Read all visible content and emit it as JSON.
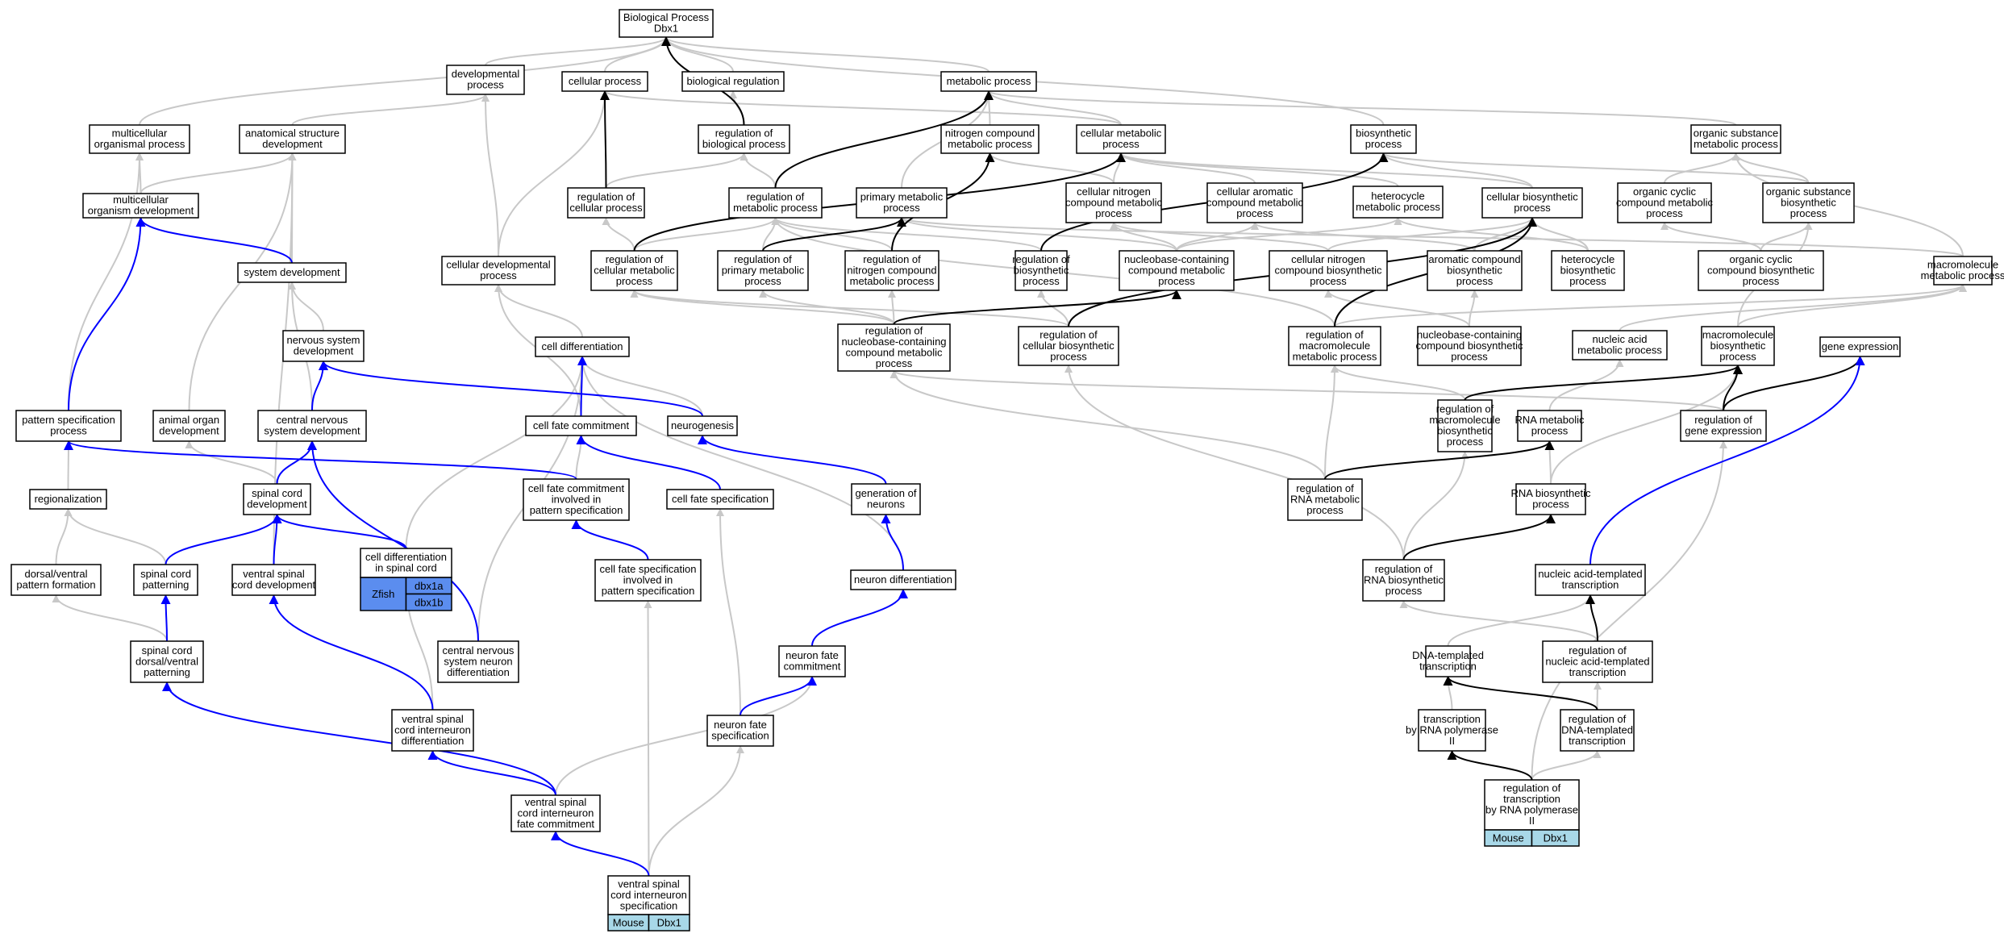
{
  "diagram": {
    "nodes": [
      {
        "id": "bp",
        "lines": [
          "Biological Process",
          "Dbx1"
        ]
      },
      {
        "id": "dev",
        "lines": [
          "developmental",
          "process"
        ]
      },
      {
        "id": "cp",
        "lines": [
          "cellular process"
        ]
      },
      {
        "id": "breg",
        "lines": [
          "biological regulation"
        ]
      },
      {
        "id": "mp",
        "lines": [
          "metabolic process"
        ]
      },
      {
        "id": "mop",
        "lines": [
          "multicellular",
          "organismal process"
        ]
      },
      {
        "id": "asd",
        "lines": [
          "anatomical structure",
          "development"
        ]
      },
      {
        "id": "rbp",
        "lines": [
          "regulation of",
          "biological process"
        ]
      },
      {
        "id": "ncmp",
        "lines": [
          "nitrogen compound",
          "metabolic process"
        ]
      },
      {
        "id": "cmp",
        "lines": [
          "cellular metabolic",
          "process"
        ]
      },
      {
        "id": "bsp",
        "lines": [
          "biosynthetic",
          "process"
        ]
      },
      {
        "id": "osmp",
        "lines": [
          "organic substance",
          "metabolic process"
        ]
      },
      {
        "id": "mod",
        "lines": [
          "multicellular",
          "organism development"
        ]
      },
      {
        "id": "rcp",
        "lines": [
          "regulation of",
          "cellular process"
        ]
      },
      {
        "id": "rmp",
        "lines": [
          "regulation of",
          "metabolic process"
        ]
      },
      {
        "id": "pmp",
        "lines": [
          "primary metabolic",
          "process"
        ]
      },
      {
        "id": "cncmp",
        "lines": [
          "cellular nitrogen",
          "compound metabolic",
          "process"
        ]
      },
      {
        "id": "cacmp",
        "lines": [
          "cellular aromatic",
          "compound metabolic",
          "process"
        ]
      },
      {
        "id": "hmp",
        "lines": [
          "heterocycle",
          "metabolic process"
        ]
      },
      {
        "id": "cbp",
        "lines": [
          "cellular biosynthetic",
          "process"
        ]
      },
      {
        "id": "occmp",
        "lines": [
          "organic cyclic",
          "compound metabolic",
          "process"
        ]
      },
      {
        "id": "osbp",
        "lines": [
          "organic substance",
          "biosynthetic",
          "process"
        ]
      },
      {
        "id": "sd",
        "lines": [
          "system development"
        ]
      },
      {
        "id": "cdp",
        "lines": [
          "cellular developmental",
          "process"
        ]
      },
      {
        "id": "rcmp",
        "lines": [
          "regulation of",
          "cellular metabolic",
          "process"
        ]
      },
      {
        "id": "rpmp",
        "lines": [
          "regulation of",
          "primary metabolic",
          "process"
        ]
      },
      {
        "id": "rncmp",
        "lines": [
          "regulation of",
          "nitrogen compound",
          "metabolic process"
        ]
      },
      {
        "id": "rbsp",
        "lines": [
          "regulation of",
          "biosynthetic",
          "process"
        ]
      },
      {
        "id": "nbccmp",
        "lines": [
          "nucleobase-containing",
          "compound metabolic",
          "process"
        ]
      },
      {
        "id": "cncbp",
        "lines": [
          "cellular nitrogen",
          "compound biosynthetic",
          "process"
        ]
      },
      {
        "id": "acbp",
        "lines": [
          "aromatic compound",
          "biosynthetic",
          "process"
        ]
      },
      {
        "id": "hbp",
        "lines": [
          "heterocycle",
          "biosynthetic",
          "process"
        ]
      },
      {
        "id": "occbp",
        "lines": [
          "organic cyclic",
          "compound biosynthetic",
          "process"
        ]
      },
      {
        "id": "mmp",
        "lines": [
          "macromolecule",
          "metabolic process"
        ]
      },
      {
        "id": "nsd",
        "lines": [
          "nervous system",
          "development"
        ]
      },
      {
        "id": "cd",
        "lines": [
          "cell differentiation"
        ]
      },
      {
        "id": "rnbccmp",
        "lines": [
          "regulation of",
          "nucleobase-containing",
          "compound metabolic",
          "process"
        ]
      },
      {
        "id": "rcbp",
        "lines": [
          "regulation of",
          "cellular biosynthetic",
          "process"
        ]
      },
      {
        "id": "rmmp",
        "lines": [
          "regulation of",
          "macromolecule",
          "metabolic process"
        ]
      },
      {
        "id": "nbccbp",
        "lines": [
          "nucleobase-containing",
          "compound biosynthetic",
          "process"
        ]
      },
      {
        "id": "namp",
        "lines": [
          "nucleic acid",
          "metabolic process"
        ]
      },
      {
        "id": "mbp",
        "lines": [
          "macromolecule",
          "biosynthetic",
          "process"
        ]
      },
      {
        "id": "ge",
        "lines": [
          "gene expression"
        ]
      },
      {
        "id": "psp",
        "lines": [
          "pattern specification",
          "process"
        ]
      },
      {
        "id": "aod",
        "lines": [
          "animal organ",
          "development"
        ]
      },
      {
        "id": "cnsd",
        "lines": [
          "central nervous",
          "system development"
        ]
      },
      {
        "id": "cfc",
        "lines": [
          "cell fate commitment"
        ]
      },
      {
        "id": "neurog",
        "lines": [
          "neurogenesis"
        ]
      },
      {
        "id": "rmbp",
        "lines": [
          "regulation of",
          "macromolecule",
          "biosynthetic",
          "process"
        ]
      },
      {
        "id": "rnamp",
        "lines": [
          "RNA metabolic",
          "process"
        ]
      },
      {
        "id": "rge",
        "lines": [
          "regulation of",
          "gene expression"
        ]
      },
      {
        "id": "reg",
        "lines": [
          "regionalization"
        ]
      },
      {
        "id": "scd",
        "lines": [
          "spinal cord",
          "development"
        ]
      },
      {
        "id": "cfcps",
        "lines": [
          "cell fate commitment",
          "involved in",
          "pattern specification"
        ]
      },
      {
        "id": "cfs",
        "lines": [
          "cell fate specification"
        ]
      },
      {
        "id": "gon",
        "lines": [
          "generation of",
          "neurons"
        ]
      },
      {
        "id": "rrnamp",
        "lines": [
          "regulation of",
          "RNA metabolic",
          "process"
        ]
      },
      {
        "id": "rnabp",
        "lines": [
          "RNA biosynthetic",
          "process"
        ]
      },
      {
        "id": "cdsc",
        "lines": [
          "cell differentiation",
          "in spinal cord"
        ]
      },
      {
        "id": "dvpf",
        "lines": [
          "dorsal/ventral",
          "pattern formation"
        ]
      },
      {
        "id": "scp",
        "lines": [
          "spinal cord",
          "patterning"
        ]
      },
      {
        "id": "vscd",
        "lines": [
          "ventral spinal",
          "cord development"
        ]
      },
      {
        "id": "cfsps",
        "lines": [
          "cell fate specification",
          "involved in",
          "pattern specification"
        ]
      },
      {
        "id": "nd",
        "lines": [
          "neuron differentiation"
        ]
      },
      {
        "id": "rrnabp",
        "lines": [
          "regulation of",
          "RNA biosynthetic",
          "process"
        ]
      },
      {
        "id": "natt",
        "lines": [
          "nucleic acid-templated",
          "transcription"
        ]
      },
      {
        "id": "scdvp",
        "lines": [
          "spinal cord",
          "dorsal/ventral",
          "patterning"
        ]
      },
      {
        "id": "cnsnd",
        "lines": [
          "central nervous",
          "system neuron",
          "differentiation"
        ]
      },
      {
        "id": "nfc",
        "lines": [
          "neuron fate",
          "commitment"
        ]
      },
      {
        "id": "dtt",
        "lines": [
          "DNA-templated",
          "transcription"
        ]
      },
      {
        "id": "rnatt",
        "lines": [
          "regulation of",
          "nucleic acid-templated",
          "transcription"
        ]
      },
      {
        "id": "vscid",
        "lines": [
          "ventral spinal",
          "cord interneuron",
          "differentiation"
        ]
      },
      {
        "id": "nfs",
        "lines": [
          "neuron fate",
          "specification"
        ]
      },
      {
        "id": "trp2",
        "lines": [
          "transcription",
          "by RNA polymerase",
          "II"
        ]
      },
      {
        "id": "rdtt",
        "lines": [
          "regulation of",
          "DNA-templated",
          "transcription"
        ]
      },
      {
        "id": "vscifc",
        "lines": [
          "ventral spinal",
          "cord interneuron",
          "fate commitment"
        ]
      },
      {
        "id": "rtrp2",
        "lines": [
          "regulation of",
          "transcription",
          "by RNA polymerase",
          "II"
        ]
      },
      {
        "id": "vscis",
        "lines": [
          "ventral spinal",
          "cord interneuron",
          "specification"
        ]
      }
    ],
    "annotations": [
      {
        "id": "zfish",
        "species": "Zfish",
        "genes": [
          "dbx1a",
          "dbx1b"
        ],
        "color": "#5b8def"
      },
      {
        "id": "mouse1",
        "species": "Mouse",
        "genes": [
          "Dbx1"
        ],
        "color": "#a8d8e8"
      },
      {
        "id": "mouse2",
        "species": "Mouse",
        "genes": [
          "Dbx1"
        ],
        "color": "#a8d8e8"
      }
    ],
    "colors": {
      "gray_edge": "#c8c8c8",
      "black_edge": "#000000",
      "blue_edge": "#0000ff",
      "zfish_fill": "#5b8def",
      "mouse_fill": "#a8d8e8"
    }
  }
}
